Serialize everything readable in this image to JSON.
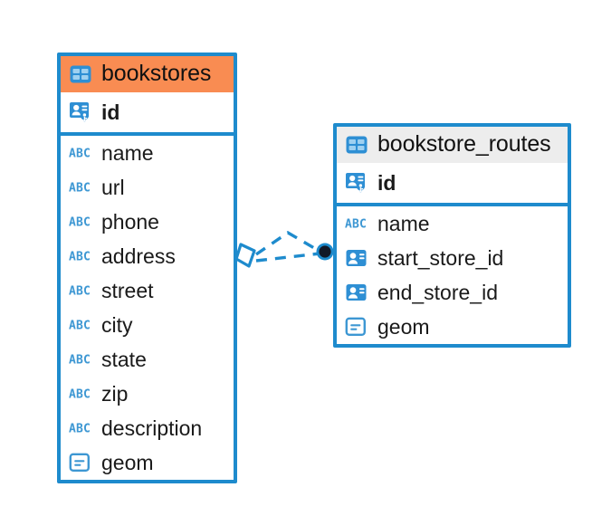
{
  "diagram": {
    "type": "entity-relationship-diagram",
    "background_color": "#FFFFFF",
    "accent_color": "#1E8BCD",
    "highlight_color": "#F98C52",
    "header_plain_color": "#EDEDED"
  },
  "tables": [
    {
      "name": "bookstores",
      "header_style": "accent",
      "table_icon": "table-grid-icon",
      "primary_key": {
        "label": "id",
        "icon": "primary-key-badge-icon"
      },
      "columns": [
        {
          "label": "name",
          "icon": "text-abc-icon"
        },
        {
          "label": "url",
          "icon": "text-abc-icon"
        },
        {
          "label": "phone",
          "icon": "text-abc-icon"
        },
        {
          "label": "address",
          "icon": "text-abc-icon"
        },
        {
          "label": "street",
          "icon": "text-abc-icon"
        },
        {
          "label": "city",
          "icon": "text-abc-icon"
        },
        {
          "label": "state",
          "icon": "text-abc-icon"
        },
        {
          "label": "zip",
          "icon": "text-abc-icon"
        },
        {
          "label": "description",
          "icon": "text-abc-icon"
        },
        {
          "label": "geom",
          "icon": "geometry-icon"
        }
      ]
    },
    {
      "name": "bookstore_routes",
      "header_style": "plain",
      "table_icon": "table-grid-icon",
      "primary_key": {
        "label": "id",
        "icon": "primary-key-badge-icon"
      },
      "columns": [
        {
          "label": "name",
          "icon": "text-abc-icon"
        },
        {
          "label": "start_store_id",
          "icon": "foreign-key-badge-icon"
        },
        {
          "label": "end_store_id",
          "icon": "foreign-key-badge-icon"
        },
        {
          "label": "geom",
          "icon": "geometry-icon"
        }
      ]
    }
  ],
  "relationship": {
    "name": "bookstores-to-bookstore-routes",
    "line_style": "dashed",
    "color": "#1E8BCD",
    "source_endpoint": "diamond-open-marker",
    "target_endpoint": "filled-circle-marker",
    "edge_count": 2
  }
}
